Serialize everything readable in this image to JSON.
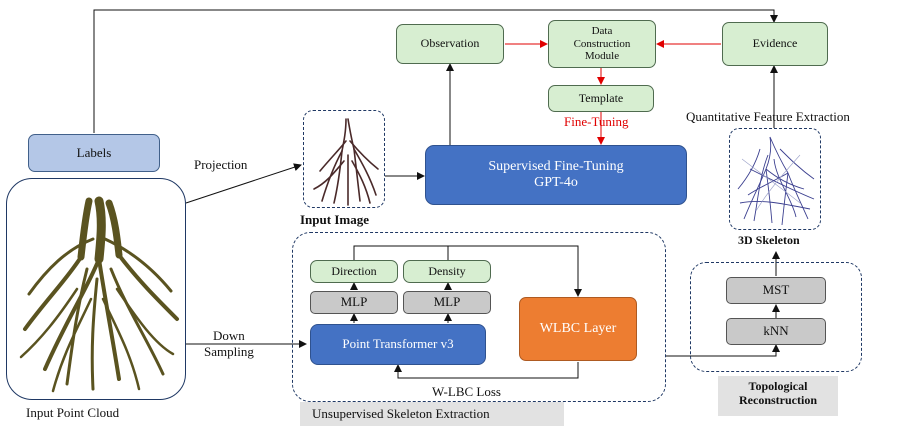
{
  "labels_box": "Labels",
  "projection": "Projection",
  "down_sampling": [
    "Down",
    "Sampling"
  ],
  "input_point_cloud": "Input Point Cloud",
  "input_image": "Input Image",
  "observation": "Observation",
  "data_construction": [
    "Data",
    "Construction",
    "Module"
  ],
  "evidence": "Evidence",
  "template": "Template",
  "fine_tuning": "Fine-Tuning",
  "quantitative": "Quantitative Feature Extraction",
  "sft": [
    "Supervised Fine-Tuning",
    "GPT-4o"
  ],
  "skeleton_3d": "3D Skeleton",
  "direction": "Direction",
  "density": "Density",
  "mlp": "MLP",
  "point_transformer": "Point Transformer v3",
  "wlbc_layer": "WLBC Layer",
  "wlbc_loss": "W-LBC Loss",
  "unsupervised": "Unsupervised Skeleton Extraction",
  "mst": "MST",
  "knn": "kNN",
  "topological": [
    "Topological",
    "Reconstruction"
  ],
  "colors": {
    "green": "#d7eed1",
    "blue": "#4472c4",
    "orange": "#ed7d31",
    "grey": "#c9c9c9",
    "labels": "#b4c7e7",
    "red_arrow": "#e00000",
    "root": "#5a5320",
    "skeleton": "#3b3f8f"
  }
}
